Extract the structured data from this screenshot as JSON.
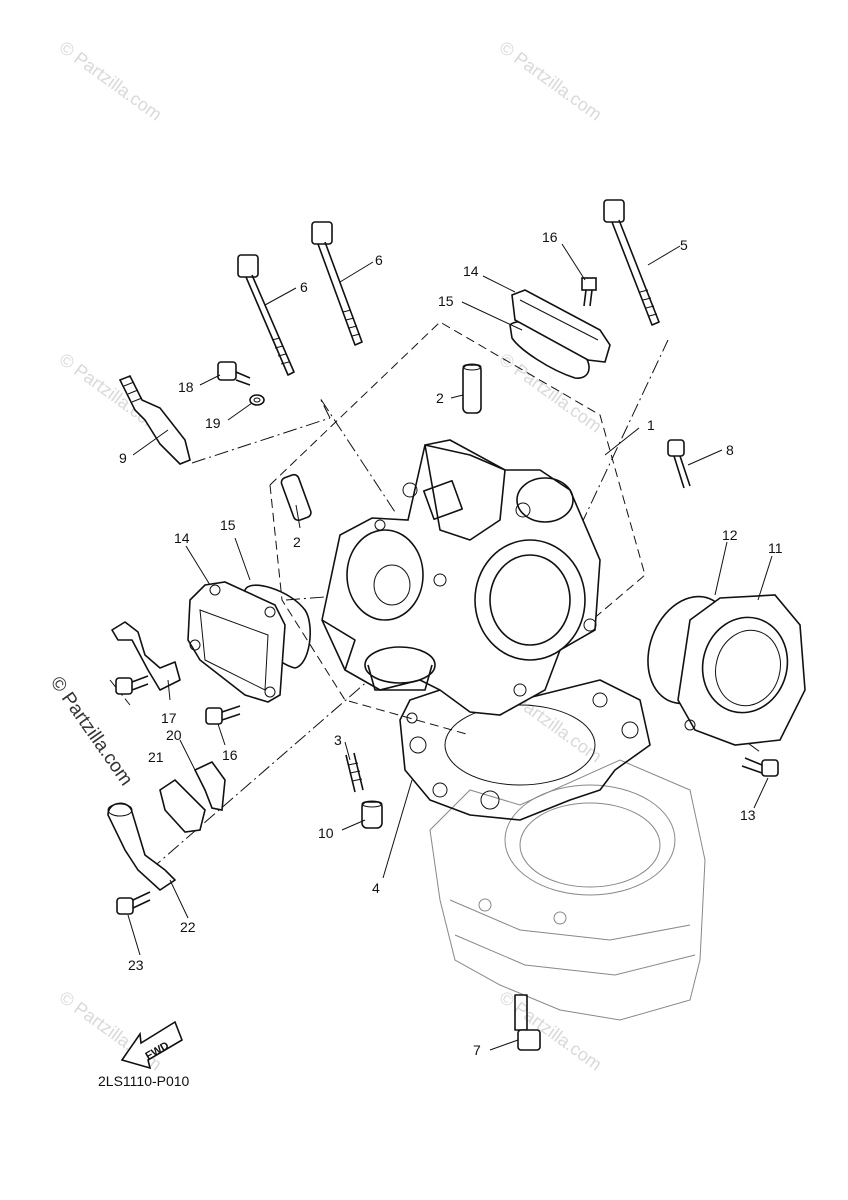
{
  "diagram_code": "2LS1110-P010",
  "fwd_label": "FWD",
  "watermark_text": "© Partzilla.com",
  "callouts": [
    {
      "id": "c1",
      "label": "1"
    },
    {
      "id": "c2a",
      "label": "2"
    },
    {
      "id": "c2b",
      "label": "2"
    },
    {
      "id": "c3",
      "label": "3"
    },
    {
      "id": "c4",
      "label": "4"
    },
    {
      "id": "c5",
      "label": "5"
    },
    {
      "id": "c6a",
      "label": "6"
    },
    {
      "id": "c6b",
      "label": "6"
    },
    {
      "id": "c7",
      "label": "7"
    },
    {
      "id": "c8",
      "label": "8"
    },
    {
      "id": "c9",
      "label": "9"
    },
    {
      "id": "c10",
      "label": "10"
    },
    {
      "id": "c11",
      "label": "11"
    },
    {
      "id": "c12",
      "label": "12"
    },
    {
      "id": "c13",
      "label": "13"
    },
    {
      "id": "c14a",
      "label": "14"
    },
    {
      "id": "c14b",
      "label": "14"
    },
    {
      "id": "c15a",
      "label": "15"
    },
    {
      "id": "c15b",
      "label": "15"
    },
    {
      "id": "c16a",
      "label": "16"
    },
    {
      "id": "c16b",
      "label": "16"
    },
    {
      "id": "c17",
      "label": "17"
    },
    {
      "id": "c18",
      "label": "18"
    },
    {
      "id": "c19",
      "label": "19"
    },
    {
      "id": "c20",
      "label": "20"
    },
    {
      "id": "c21",
      "label": "21"
    },
    {
      "id": "c22",
      "label": "22"
    },
    {
      "id": "c23",
      "label": "23"
    }
  ]
}
